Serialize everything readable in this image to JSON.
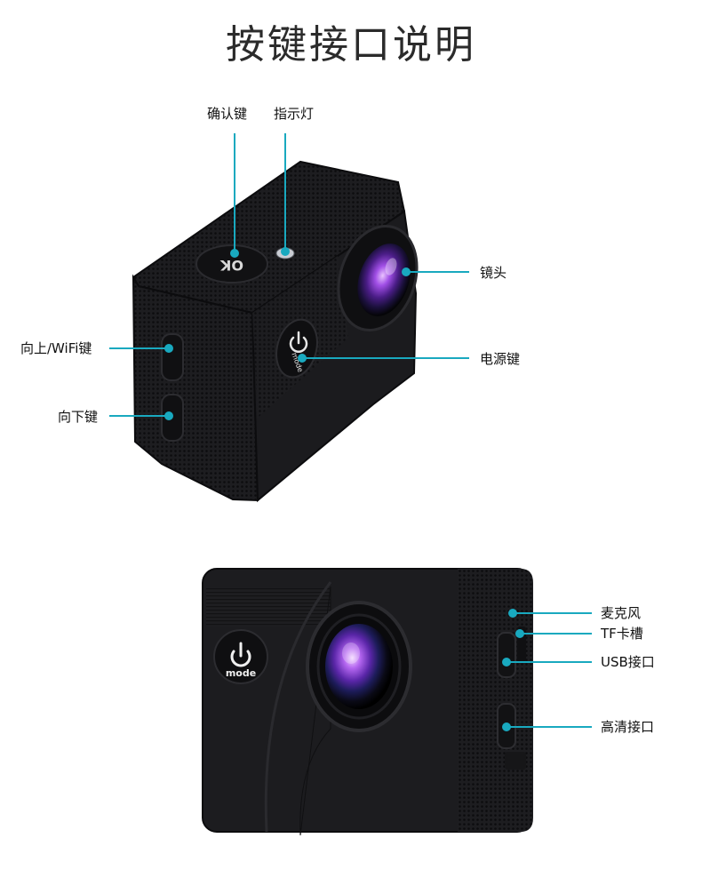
{
  "page": {
    "title": "按键接口说明"
  },
  "colors": {
    "accent": "#19a9bf",
    "camera_body": "#1c1c1e",
    "camera_dark": "#0e0e10",
    "lens_purple": "#8a3fd1"
  },
  "camera_top": {
    "ok_label": "OK",
    "mode_label": "mode",
    "callouts": {
      "confirm_key": "确认键",
      "indicator_light": "指示灯",
      "lens": "镜头",
      "up_wifi_key": "向上/WiFi键",
      "power_key": "电源键",
      "down_key": "向下键"
    }
  },
  "camera_front": {
    "mode_label": "mode",
    "callouts": {
      "microphone": "麦克风",
      "tf_slot": "TF卡槽",
      "usb_port": "USB接口",
      "hd_port": "高清接口"
    }
  }
}
